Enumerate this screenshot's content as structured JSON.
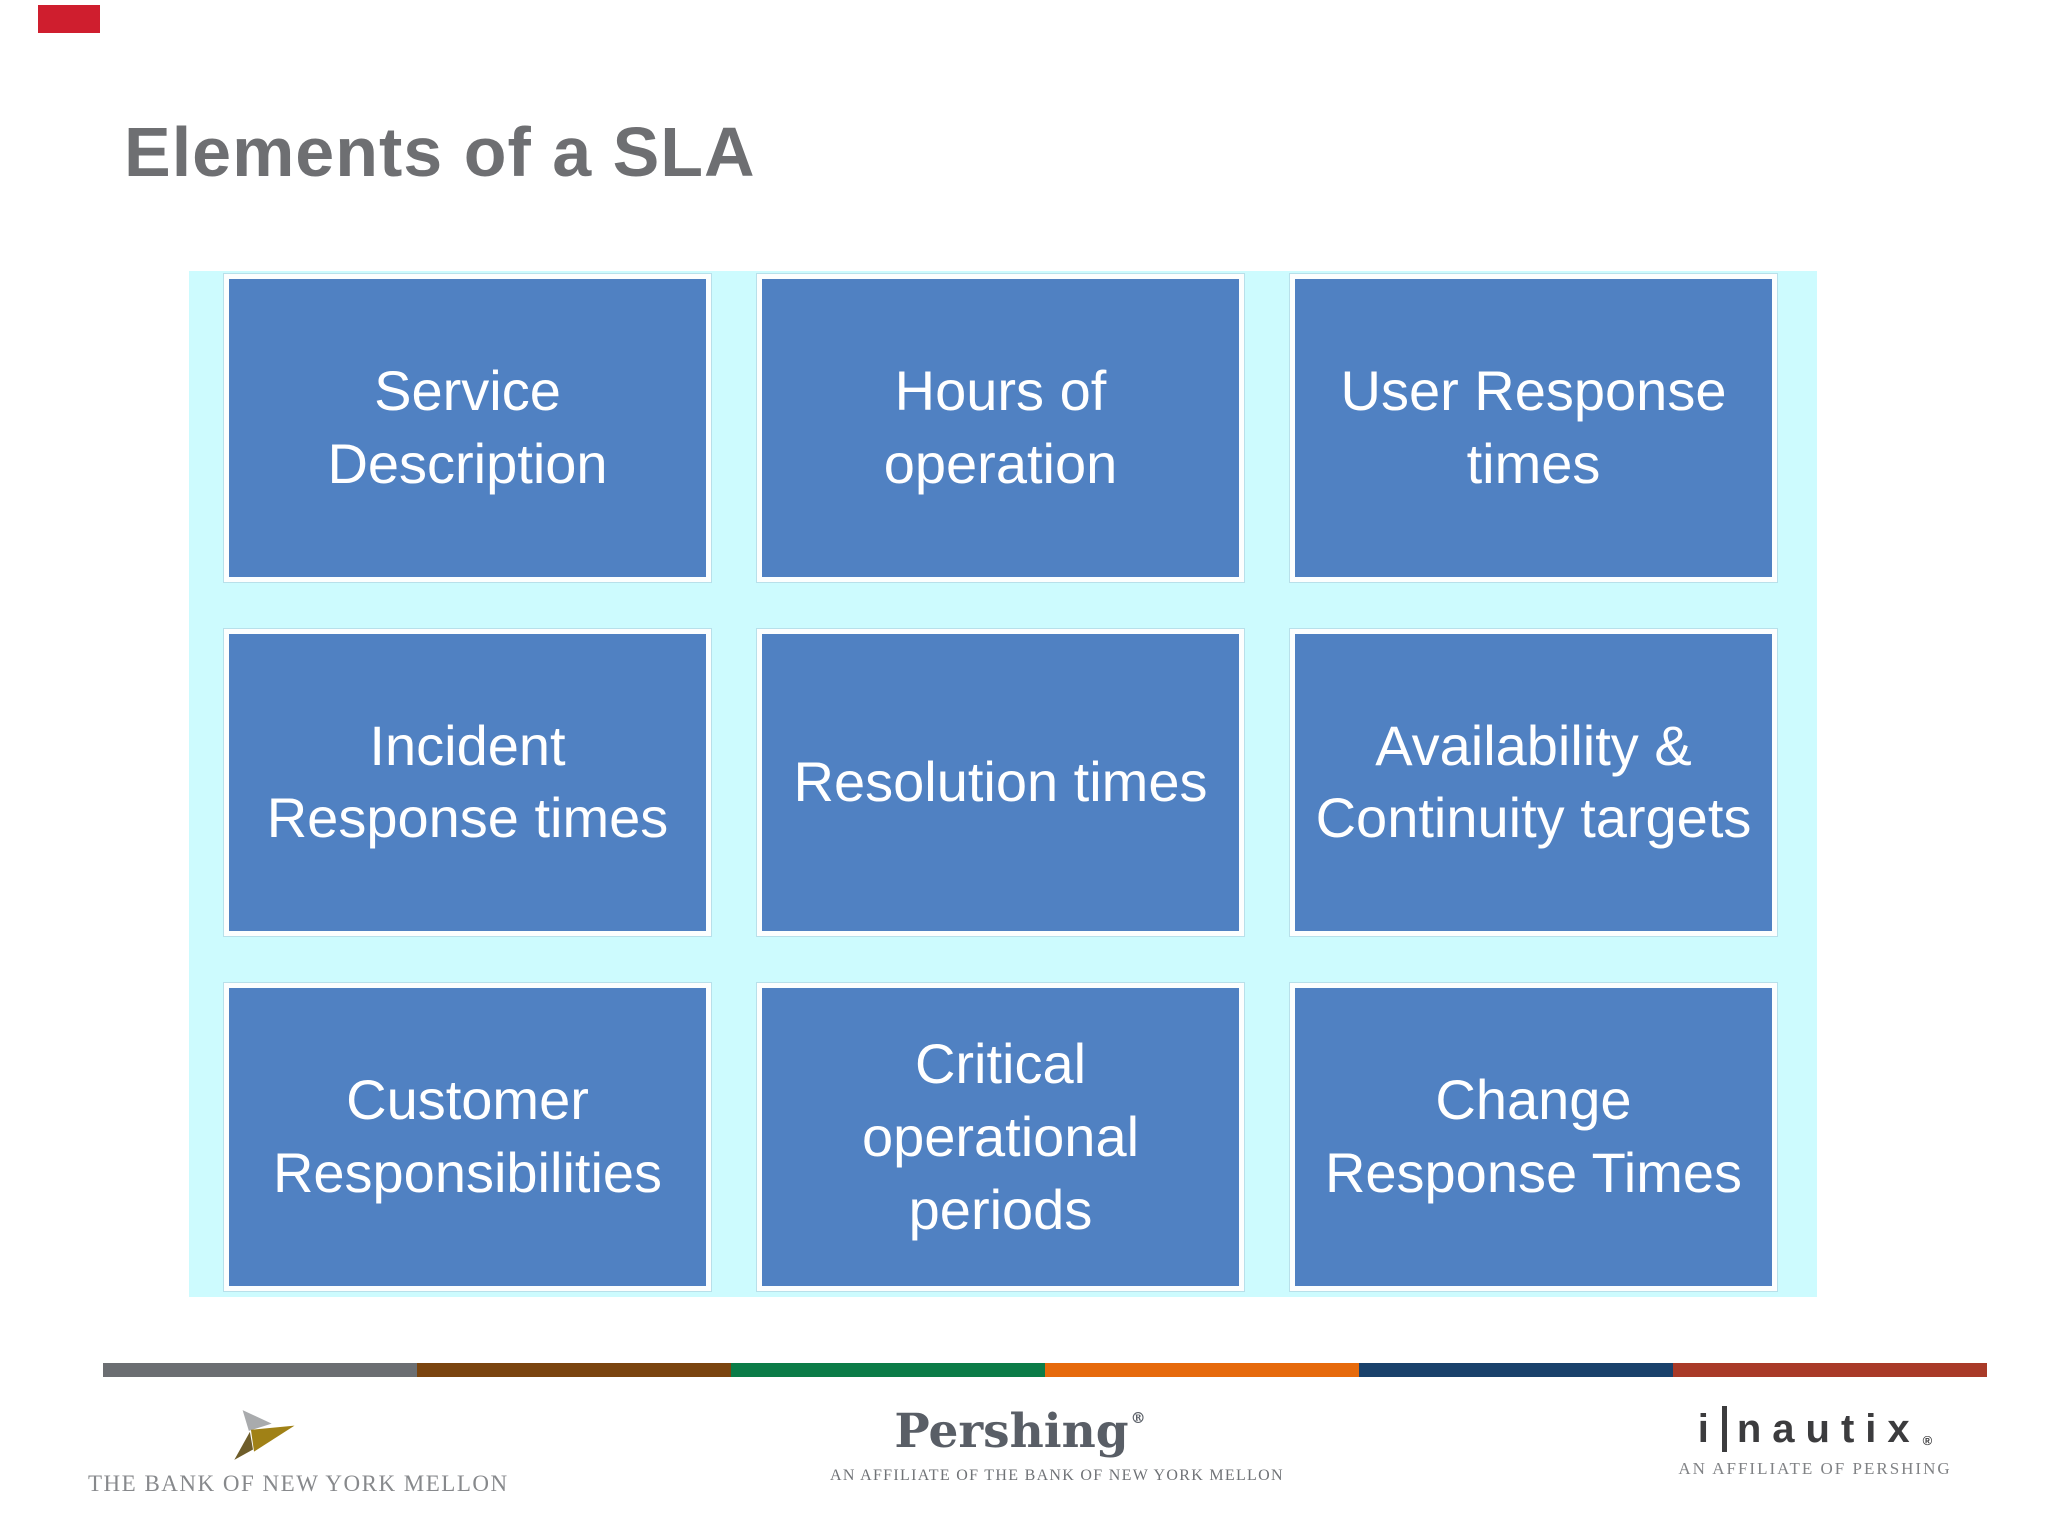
{
  "slide": {
    "title": "Elements of a SLA",
    "title_color": "#6e6f72",
    "marker": {
      "color": "#cf1e2e"
    },
    "grid": {
      "panel_background": "#cdfbfe",
      "box_fill": "#5081c2",
      "box_border": "#fcfefe",
      "box_text_color": "#ffffff",
      "cells": [
        {
          "label": "Service Description"
        },
        {
          "label": "Hours of operation"
        },
        {
          "label": "User Response times"
        },
        {
          "label": "Incident Response times"
        },
        {
          "label": "Resolution times"
        },
        {
          "label": "Availability & Continuity targets"
        },
        {
          "label": "Customer Responsibilities"
        },
        {
          "label": "Critical operational periods"
        },
        {
          "label": "Change Response Times"
        }
      ]
    },
    "footer": {
      "bar_colors": [
        "#6b6e72",
        "#7a440f",
        "#0b7c48",
        "#e66a0c",
        "#1a416b",
        "#a93a28"
      ],
      "logos": {
        "bnym": {
          "text": "THE BANK OF NEW YORK MELLON",
          "arrow_colors": {
            "silver": "#a9abad",
            "gold": "#a08116",
            "olive": "#6e5d2a"
          }
        },
        "pershing": {
          "word": "Pershing",
          "registered": "®",
          "tagline": "AN AFFILIATE OF THE BANK OF NEW YORK MELLON"
        },
        "inautix": {
          "prefix": "i",
          "name": "nautix",
          "registered": "®",
          "tagline": "AN AFFILIATE OF PERSHING"
        }
      }
    }
  }
}
